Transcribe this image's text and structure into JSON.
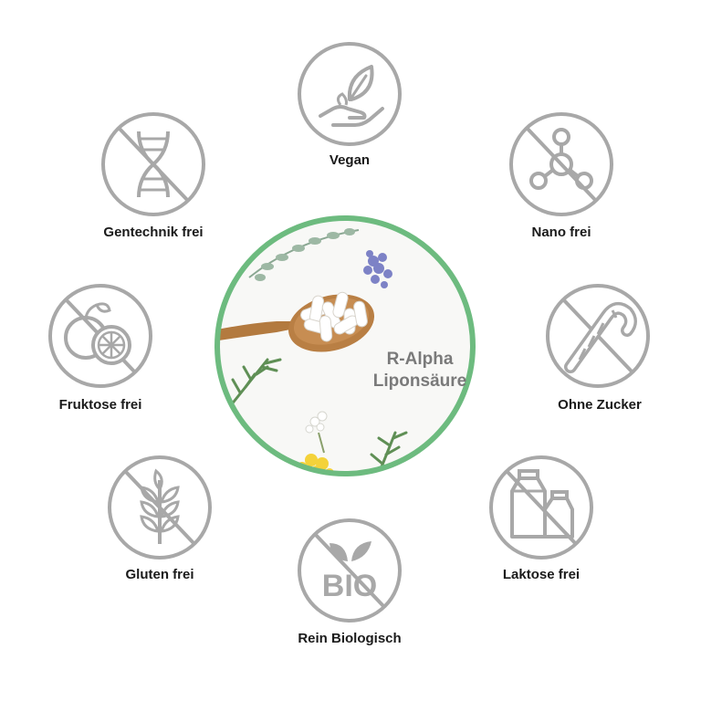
{
  "colors": {
    "icon_gray": "#a8a8a8",
    "ring_green": "#6dbb7f",
    "label": "#1a1a1a",
    "product_text": "#7a7a7a"
  },
  "center": {
    "product_line1": "R-Alpha",
    "product_line2": "Liponsäure"
  },
  "badges": {
    "vegan": {
      "label": "Vegan",
      "icon": "leaf-hand-icon"
    },
    "nano": {
      "label": "Nano frei",
      "icon": "molecule-icon"
    },
    "zucker": {
      "label": "Ohne Zucker",
      "icon": "candy-cane-icon"
    },
    "laktose": {
      "label": "Laktose frei",
      "icon": "milk-carton-icon"
    },
    "bio": {
      "label": "Rein Biologisch",
      "icon": "bio-icon",
      "icon_text": "BIO"
    },
    "gluten": {
      "label": "Gluten frei",
      "icon": "wheat-icon"
    },
    "fruktose": {
      "label": "Fruktose frei",
      "icon": "fruit-icon"
    },
    "gentechnik": {
      "label": "Gentechnik frei",
      "icon": "dna-icon"
    }
  }
}
